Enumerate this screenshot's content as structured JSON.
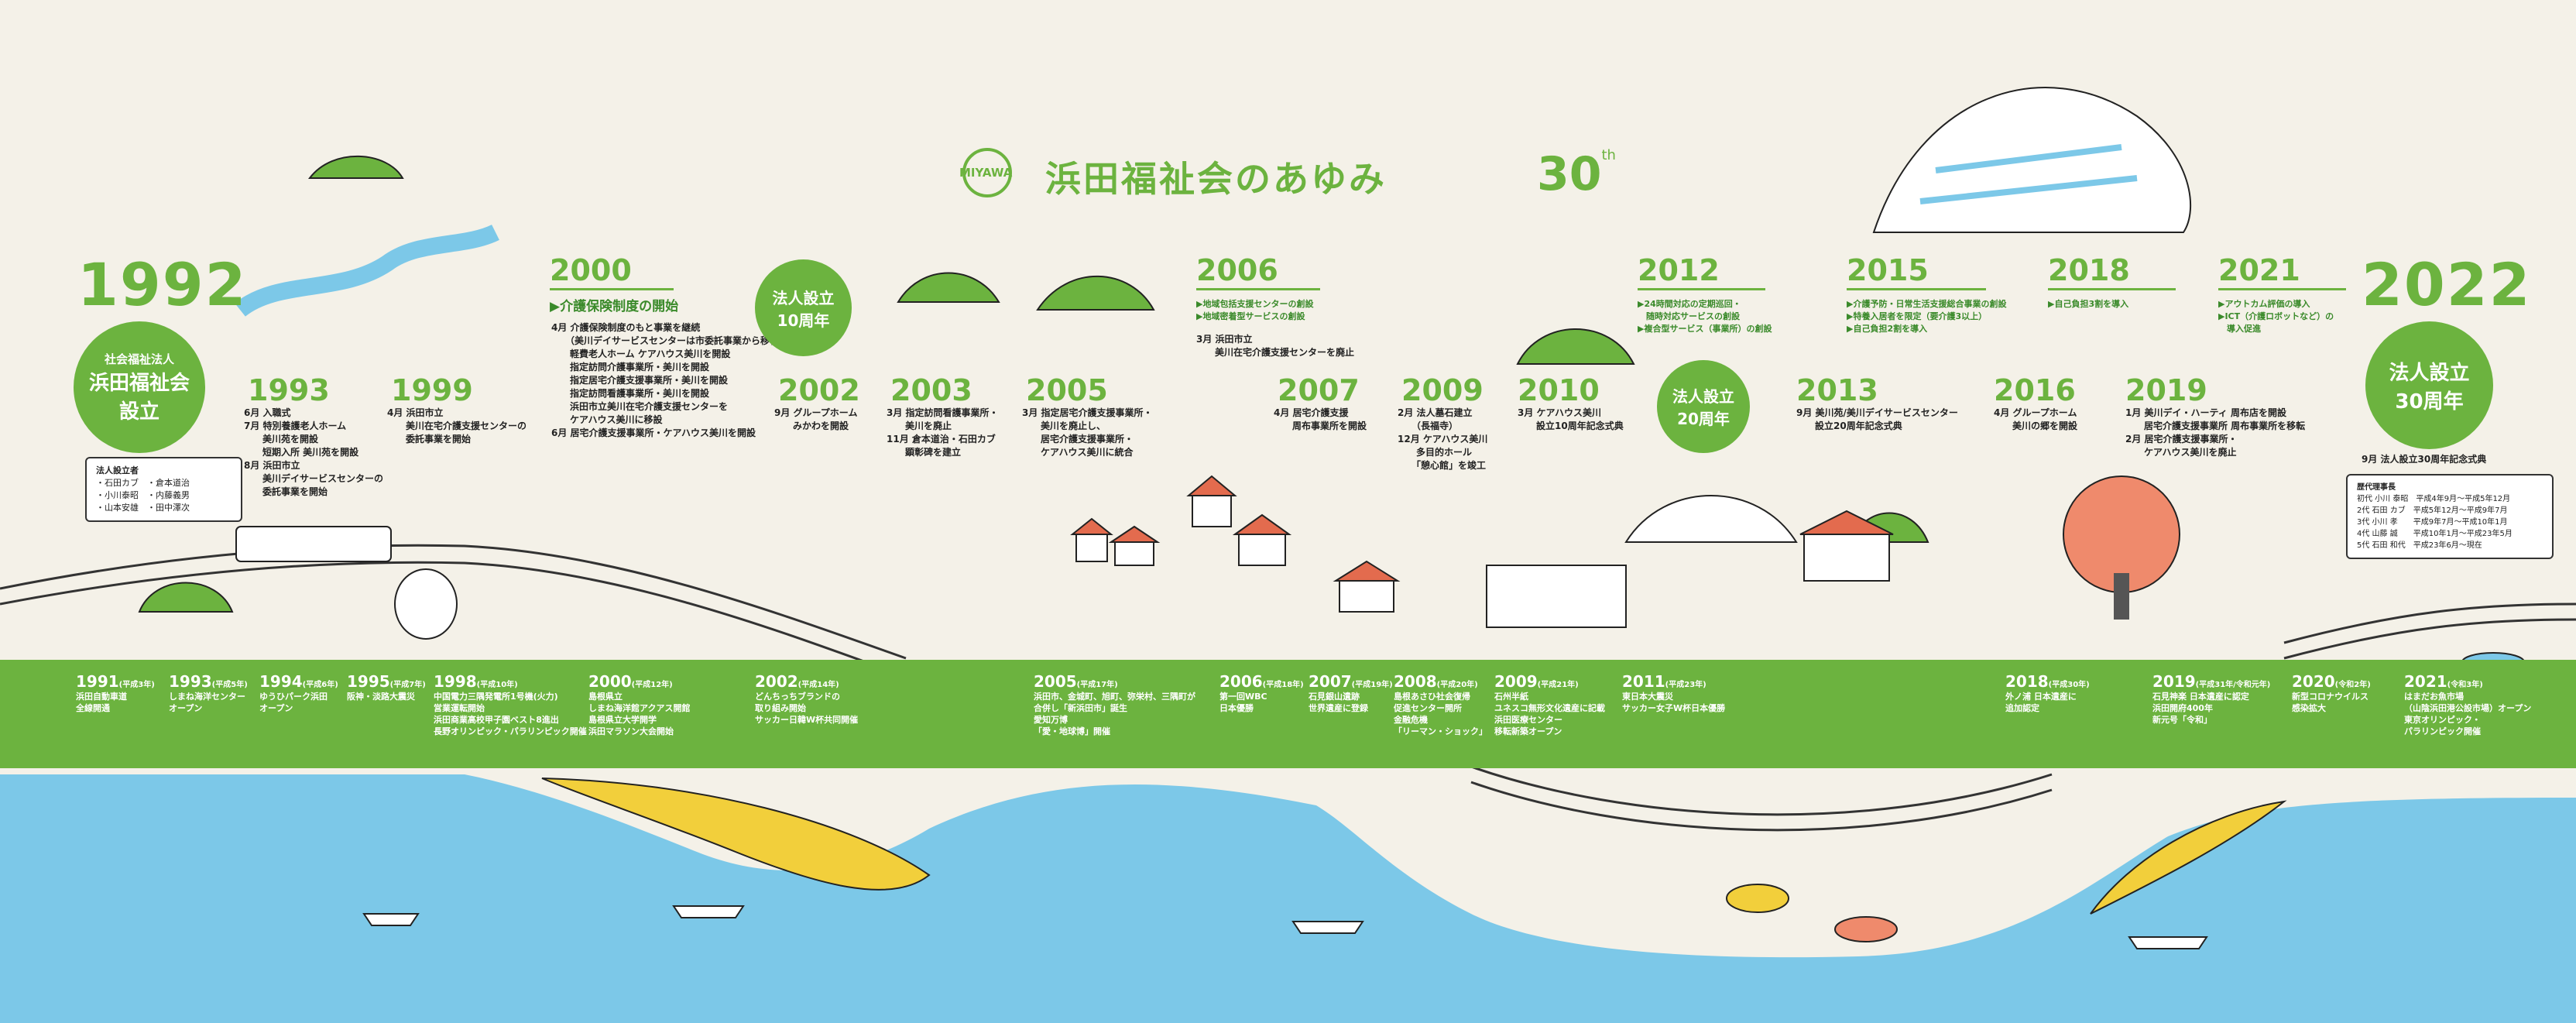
{
  "title": {
    "logo_text": "MIYAWA",
    "main": "浜田福祉会のあゆみ",
    "anniv": "30",
    "anniv_suffix": "th"
  },
  "colors": {
    "green": "#6cb33f",
    "sea": "#7cc8e8",
    "sand": "#f2cf3b",
    "bg": "#f4f1e8"
  },
  "y1992": {
    "year": "1992",
    "circle_top": "社会福祉法人",
    "circle_main": "浜田福祉会",
    "circle_bottom": "設立",
    "founders_title": "法人設立者",
    "founders": [
      "・石田カブ　・倉本道治",
      "・小川泰昭　・内藤義男",
      "・山本安雄　・田中澤次"
    ]
  },
  "y1993": {
    "year": "1993",
    "text": "6月 入職式\n7月 特別養護老人ホーム\n　　美川苑を開設\n　　短期入所 美川苑を開設\n8月 浜田市立\n　　美川デイサービスセンターの\n　　委託事業を開始"
  },
  "y1999": {
    "year": "1999",
    "text": "4月 浜田市立\n　　美川在宅介護支援センターの\n　　委託事業を開始"
  },
  "y2000": {
    "year": "2000",
    "heading": "▶介護保険制度の開始",
    "text": "4月 介護保険制度のもと事業を継続\n　　（美川デイサービスセンターは市委託事業から移管）\n　　軽費老人ホーム ケアハウス美川を開設\n　　指定訪問介護事業所・美川を開設\n　　指定居宅介護支援事業所・美川を開設\n　　指定訪問看護事業所・美川を開設\n　　浜田市立美川在宅介護支援センターを\n　　ケアハウス美川に移設\n6月 居宅介護支援事業所・ケアハウス美川を開設"
  },
  "anniv10": {
    "line1": "法人設立",
    "line2": "10周年"
  },
  "y2002": {
    "year": "2002",
    "text": "9月 グループホーム\n　　みかわを開設"
  },
  "y2003": {
    "year": "2003",
    "text": "3月 指定訪問看護事業所・\n　　美川を廃止\n11月 倉本道治・石田カブ\n　　顕彰碑を建立"
  },
  "y2005": {
    "year": "2005",
    "text": "3月 指定居宅介護支援事業所・\n　　美川を廃止し、\n　　居宅介護支援事業所・\n　　ケアハウス美川に統合"
  },
  "y2006": {
    "year": "2006",
    "heading": "▶地域包括支援センターの創設\n▶地域密着型サービスの創設",
    "text": "3月 浜田市立\n　　美川在宅介護支援センターを廃止"
  },
  "y2007": {
    "year": "2007",
    "text": "4月 居宅介護支援\n　　周布事業所を開設"
  },
  "y2009": {
    "year": "2009",
    "text": "2月 法人墓石建立\n　　（長福寺）\n12月 ケアハウス美川\n　　多目的ホール\n　　「憩心館」を竣工"
  },
  "y2010": {
    "year": "2010",
    "text": "3月 ケアハウス美川\n　　設立10周年記念式典"
  },
  "y2012": {
    "year": "2012",
    "heading": "▶24時間対応の定期巡回・\n　随時対応サービスの創設\n▶複合型サービス（事業所）の創設"
  },
  "anniv20": {
    "line1": "法人設立",
    "line2": "20周年"
  },
  "y2013": {
    "year": "2013",
    "text": "9月 美川苑/美川デイサービスセンター\n　　設立20周年記念式典"
  },
  "y2015": {
    "year": "2015",
    "heading": "▶介護予防・日常生活支援総合事業の創設\n▶特養入居者を限定（要介護3以上）\n▶自己負担2割を導入"
  },
  "y2016": {
    "year": "2016",
    "text": "4月 グループホーム\n　　美川の郷を開設"
  },
  "y2018": {
    "year": "2018",
    "heading": "▶自己負担3割を導入"
  },
  "y2019": {
    "year": "2019",
    "text": "1月 美川デイ・ハーティ 周布店を開設\n　　居宅介護支援事業所 周布事業所を移転\n2月 居宅介護支援事業所・\n　　ケアハウス美川を廃止"
  },
  "y2021": {
    "year": "2021",
    "heading": "▶アウトカム評価の導入\n▶ICT（介護ロボットなど）の\n　導入促進"
  },
  "y2022": {
    "year": "2022",
    "circle_line1": "法人設立",
    "circle_line2": "30周年",
    "text": "9月 法人設立30周年記念式典"
  },
  "chairs": {
    "title": "歴代理事長",
    "rows": [
      "初代 小川 泰昭　平成4年9月〜平成5年12月",
      "2代 石田 カブ　平成5年12月〜平成9年7月",
      "3代 小川 孝　　平成9年7月〜平成10年1月",
      "4代 山藤 誠　　平成10年1月〜平成23年5月",
      "5代 石田 和代　平成23年6月〜現在"
    ]
  },
  "band": [
    {
      "year": "1991",
      "sub": "(平成3年)",
      "text": "浜田自動車道\n全線開通"
    },
    {
      "year": "1993",
      "sub": "(平成5年)",
      "text": "しまね海洋センター\nオープン"
    },
    {
      "year": "1994",
      "sub": "(平成6年)",
      "text": "ゆうひパーク浜田\nオープン"
    },
    {
      "year": "1995",
      "sub": "(平成7年)",
      "text": "阪神・淡路大震災"
    },
    {
      "year": "1998",
      "sub": "(平成10年)",
      "text": "中国電力三隅発電所1号機(火力)\n営業運転開始\n浜田商業高校甲子園ベスト8進出\n長野オリンピック・パラリンピック開催"
    },
    {
      "year": "2000",
      "sub": "(平成12年)",
      "text": "島根県立\nしまね海洋館アクアス開館\n島根県立大学開学\n浜田マラソン大会開始"
    },
    {
      "year": "2002",
      "sub": "(平成14年)",
      "text": "どんちっちブランドの\n取り組み開始\nサッカー日韓W杯共同開催"
    },
    {
      "year": "2005",
      "sub": "(平成17年)",
      "text": "浜田市、金城町、旭町、弥栄村、三隅町が\n合併し「新浜田市」誕生\n愛知万博\n「愛・地球博」開催"
    },
    {
      "year": "2006",
      "sub": "(平成18年)",
      "text": "第一回WBC\n日本優勝"
    },
    {
      "year": "2007",
      "sub": "(平成19年)",
      "text": "石見銀山遺跡\n世界遺産に登録"
    },
    {
      "year": "2008",
      "sub": "(平成20年)",
      "text": "島根あさひ社会復帰\n促進センター開所\n金融危機\n「リーマン・ショック」"
    },
    {
      "year": "2009",
      "sub": "(平成21年)",
      "text": "石州半紙\nユネスコ無形文化遺産に記載\n浜田医療センター\n移転新築オープン"
    },
    {
      "year": "2011",
      "sub": "(平成23年)",
      "text": "東日本大震災\nサッカー女子W杯日本優勝"
    },
    {
      "year": "2018",
      "sub": "(平成30年)",
      "text": "外ノ浦 日本遺産に\n追加認定"
    },
    {
      "year": "2019",
      "sub": "(平成31年/令和元年)",
      "text": "石見神楽 日本遺産に認定\n浜田開府400年\n新元号「令和」"
    },
    {
      "year": "2020",
      "sub": "(令和2年)",
      "text": "新型コロナウイルス\n感染拡大"
    },
    {
      "year": "2021",
      "sub": "(令和3年)",
      "text": "はまだお魚市場\n（山陰浜田港公設市場）オープン\n東京オリンピック・\nパラリンピック開催"
    }
  ]
}
